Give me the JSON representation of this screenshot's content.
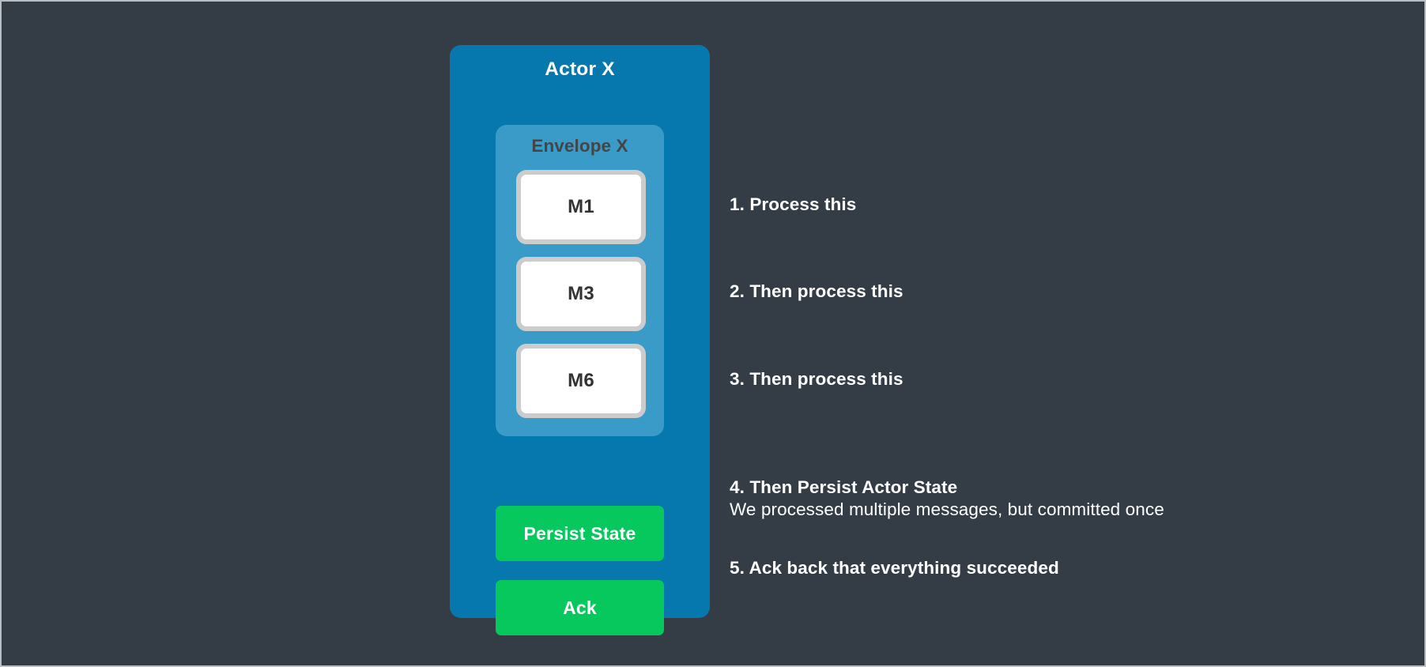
{
  "theme": {
    "background": "#343d45",
    "actor_panel": "#0678ad",
    "envelope": "#3a9ac8",
    "message_fill": "#ffffff",
    "message_border": "#cccccc",
    "message_text": "#333333",
    "action_button": "#06c85c",
    "text_light": "#ffffff",
    "text_dark": "#454545",
    "frame_border": "#b9bcc0"
  },
  "actor": {
    "title": "Actor X",
    "envelope": {
      "title": "Envelope X",
      "messages": [
        {
          "label": "M1"
        },
        {
          "label": "M3"
        },
        {
          "label": "M6"
        }
      ]
    },
    "actions": [
      {
        "id": "persist-state",
        "label": "Persist State"
      },
      {
        "id": "ack",
        "label": "Ack"
      }
    ]
  },
  "annotations": [
    {
      "step": 1,
      "primary": "1. Process this",
      "secondary": ""
    },
    {
      "step": 2,
      "primary": "2. Then process this",
      "secondary": ""
    },
    {
      "step": 3,
      "primary": "3. Then process this",
      "secondary": ""
    },
    {
      "step": 4,
      "primary": "4. Then Persist Actor State",
      "secondary": "We processed multiple messages, but committed once"
    },
    {
      "step": 5,
      "primary": "5. Ack back that everything succeeded",
      "secondary": ""
    }
  ]
}
